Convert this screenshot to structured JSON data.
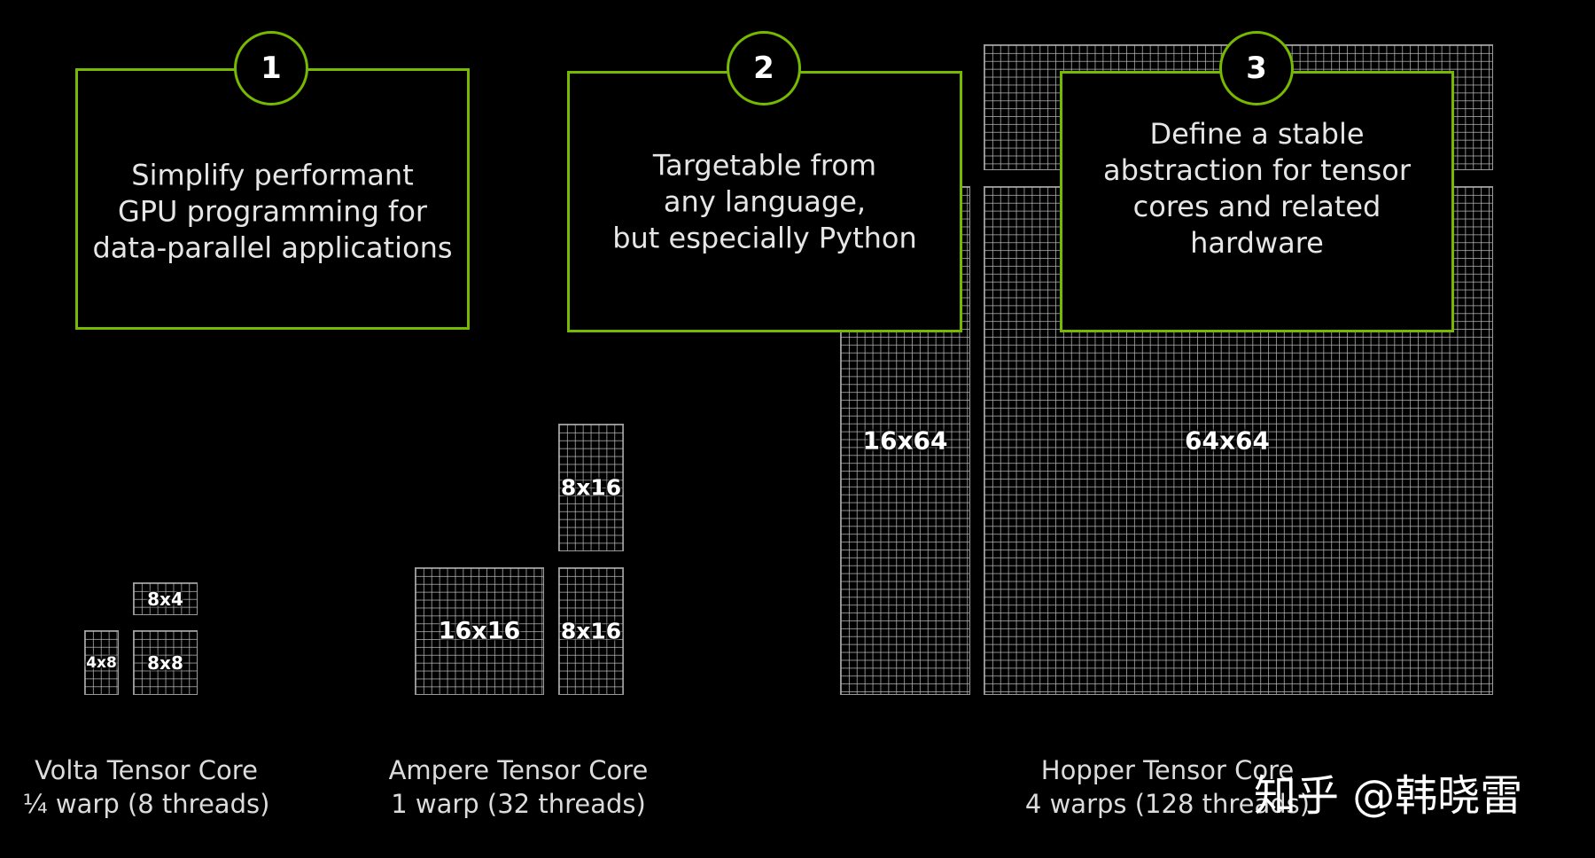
{
  "goals": [
    {
      "number": "1",
      "text": "Simplify performant\nGPU programming for\ndata-parallel applications"
    },
    {
      "number": "2",
      "text": "Targetable from\nany language,\nbut especially Python"
    },
    {
      "number": "3",
      "text": "Define a stable\nabstraction for tensor\ncores and related\nhardware"
    }
  ],
  "tiles": {
    "volta_4x8": "4x8",
    "volta_8x4": "8x4",
    "volta_8x8": "8x8",
    "ampere_16x16": "16x16",
    "ampere_8x16_top": "8x16",
    "ampere_8x16_bottom": "8x16",
    "hopper_16x64": "16x64",
    "hopper_64x64": "64x64"
  },
  "captions": {
    "volta": {
      "line1": "Volta Tensor Core",
      "line2": "¼ warp (8 threads)"
    },
    "ampere": {
      "line1": "Ampere Tensor Core",
      "line2": "1 warp (32 threads)"
    },
    "hopper": {
      "line1": "Hopper Tensor Core",
      "line2": "4 warps (128 threads)"
    }
  },
  "watermark": "知乎 @韩晓雷",
  "colors": {
    "accent": "#76b900",
    "background": "#000000",
    "grid": "#b9b9b9"
  }
}
